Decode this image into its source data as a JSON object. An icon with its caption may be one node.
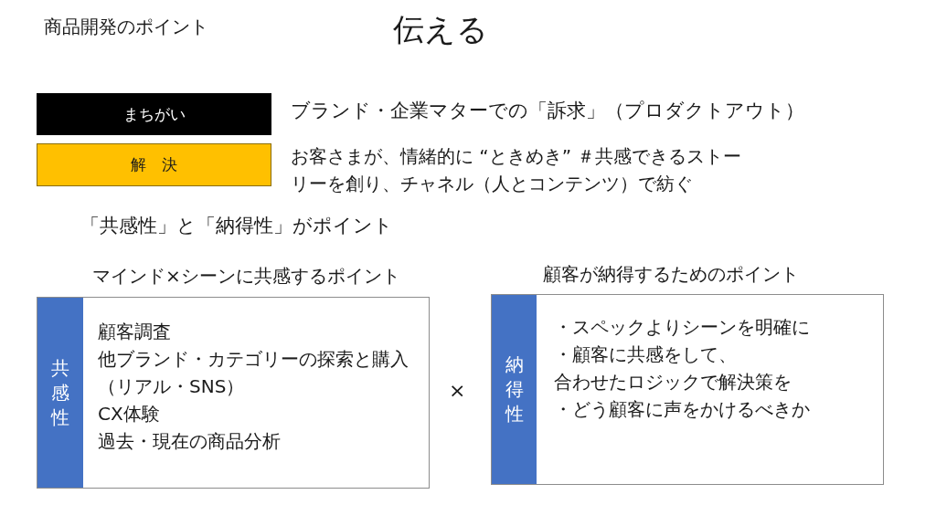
{
  "diagram": {
    "title": "伝える",
    "nodes": [
      {
        "text": [
          "まちがい"
        ],
        "beside": [
          "ブランド・企業マターでの「訴求」（プロダクトアウト）"
        ]
      },
      {
        "text": [
          "解　決"
        ],
        "beside": [
          "お客さまが、情緒的に “ときめき” ＃共感できるストーリーを創り、チャネル（人とコンテンツ）で紡ぐ"
        ]
      },
      {
        "text": [
          "マインド×シーンに共感するポイント",
          "顧客調査",
          "他ブランド・カテゴリーの探索と購入（リアル・SNS）",
          "CX体験",
          "過去・現在の商品分析"
        ]
      },
      {
        "text": [
          "共感性"
        ],
        "in": 2
      },
      {
        "text": [
          "顧客が納得するためのポイント",
          "・スペックよりシーンを明確に",
          "・顧客に共感をして、合わせたロジックで解決策を",
          "・どう顧客に声をかけるべきか"
        ]
      },
      {
        "text": [
          "納得性"
        ],
        "in": 4
      }
    ],
    "labels": [
      "商品開発のポイント",
      "「共感性」と「納得性」がポイント",
      "×"
    ]
  }
}
